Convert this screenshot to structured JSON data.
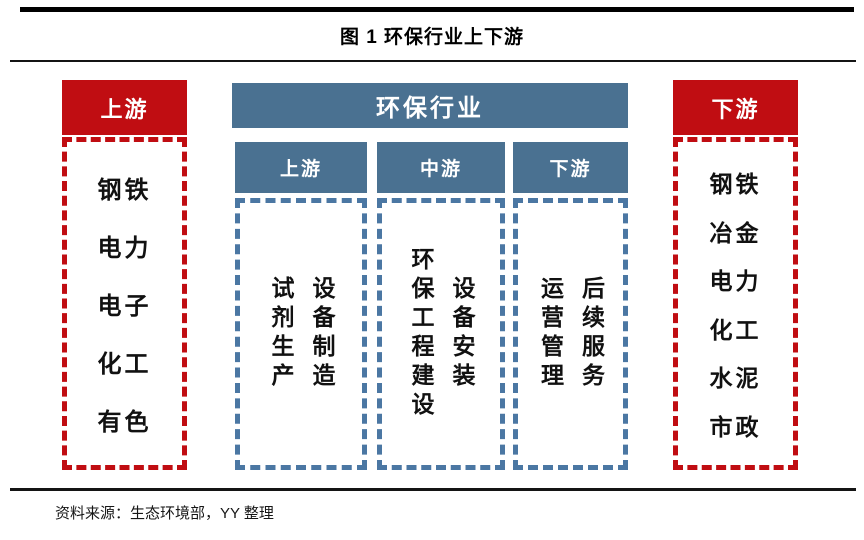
{
  "page": {
    "title": "图 1 环保行业上下游",
    "source": "资料来源：生态环境部，YY 整理"
  },
  "colors": {
    "red": "#c00d12",
    "blue": "#4a7191",
    "blue_dash": "#4b77a3"
  },
  "upstream_panel": {
    "header": "上游",
    "items": [
      "钢铁",
      "电力",
      "电子",
      "化工",
      "有色"
    ]
  },
  "industry_panel": {
    "header": "环保行业",
    "columns": [
      {
        "header": "上游",
        "items": [
          "试剂生产",
          "设备制造"
        ]
      },
      {
        "header": "中游",
        "items": [
          "环保工程建设",
          "设备安装"
        ]
      },
      {
        "header": "下游",
        "items": [
          "运营管理",
          "后续服务"
        ]
      }
    ]
  },
  "downstream_panel": {
    "header": "下游",
    "items": [
      "钢铁",
      "冶金",
      "电力",
      "化工",
      "水泥",
      "市政"
    ]
  }
}
